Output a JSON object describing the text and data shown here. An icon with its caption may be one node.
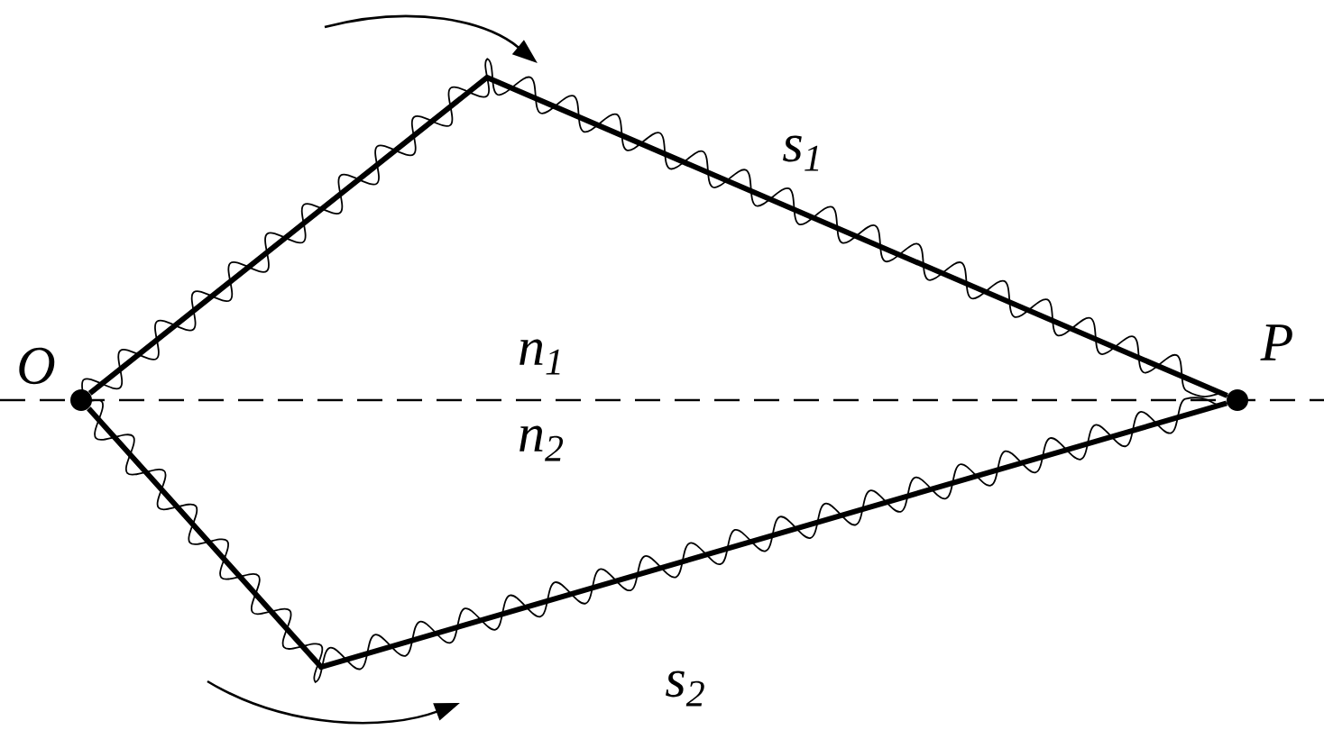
{
  "diagram": {
    "nodes": [
      {
        "text": [],
        "shape": "circle",
        "beside": [
          "O"
        ]
      },
      {
        "text": [],
        "shape": "circle",
        "beside": [
          "P"
        ]
      }
    ],
    "edges": [
      {
        "from": 0,
        "to": 1,
        "arrow": "none",
        "label": "s$_{1}$"
      },
      {
        "from": 0,
        "to": 1,
        "arrow": "none",
        "label": "s$_{2}$"
      }
    ],
    "labels": [
      "n$_{1}$",
      "n$_{2}$"
    ]
  }
}
